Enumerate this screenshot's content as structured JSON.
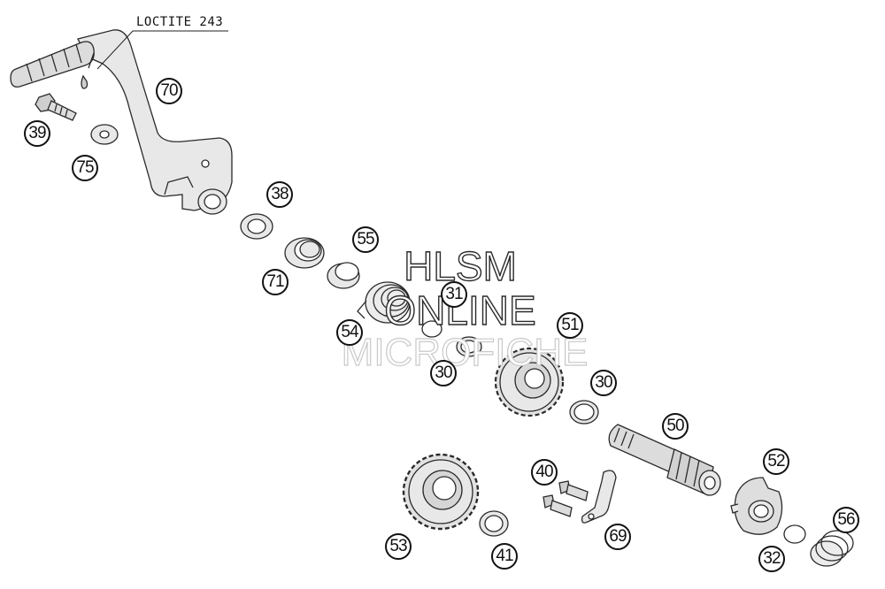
{
  "diagram": {
    "annotation": "LOCTITE 243",
    "part_numbers": {
      "p70": "70",
      "p39": "39",
      "p75": "75",
      "p38": "38",
      "p71": "71",
      "p55": "55",
      "p31": "31",
      "p54": "54",
      "p30a": "30",
      "p51": "51",
      "p30b": "30",
      "p50": "50",
      "p52": "52",
      "p40": "40",
      "p53": "53",
      "p41": "41",
      "p69": "69",
      "p32": "32",
      "p56": "56"
    }
  },
  "watermark": {
    "line1": "HLSM",
    "line2": "ONLINE",
    "line3": "MICROFICHE"
  },
  "colors": {
    "line": "#2a2a2a",
    "part_fill": "#e4e4e4",
    "background": "#ffffff"
  }
}
